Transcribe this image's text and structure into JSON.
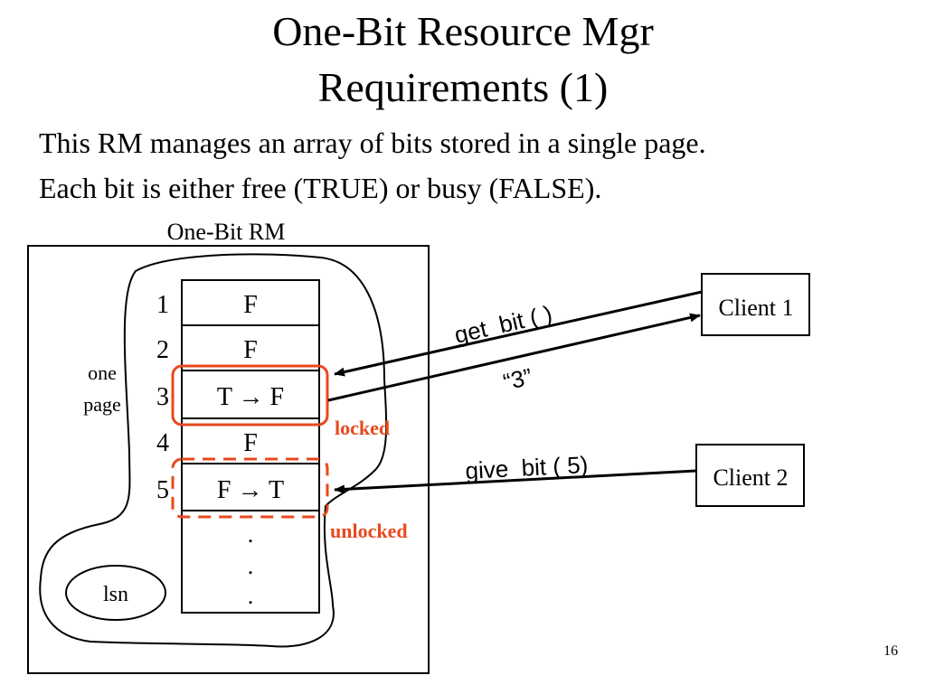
{
  "title": {
    "line1": "One-Bit Resource Mgr",
    "line2": "Requirements (1)"
  },
  "body": {
    "line1": "This RM manages an array of bits stored in a single page.",
    "line2": "Each bit is either free (TRUE) or busy (FALSE)."
  },
  "diagram": {
    "rm_label": "One-Bit RM",
    "page_label_line1": "one",
    "page_label_line2": "page",
    "lsn_label": "lsn",
    "rows": [
      {
        "index": "1",
        "value": "F"
      },
      {
        "index": "2",
        "value": "F"
      },
      {
        "index": "3",
        "value": "T → F"
      },
      {
        "index": "4",
        "value": "F"
      },
      {
        "index": "5",
        "value": "F → T"
      }
    ],
    "ellipsis": [
      ".",
      ".",
      "."
    ],
    "locked_label": "locked",
    "unlocked_label": "unlocked",
    "client1_label": "Client 1",
    "client2_label": "Client 2",
    "get_bit_label": "get_bit ( )",
    "return_label": "“3”",
    "give_bit_label": "give_bit ( 5)",
    "accent_color": "#e8491d"
  },
  "slide_number": "16"
}
